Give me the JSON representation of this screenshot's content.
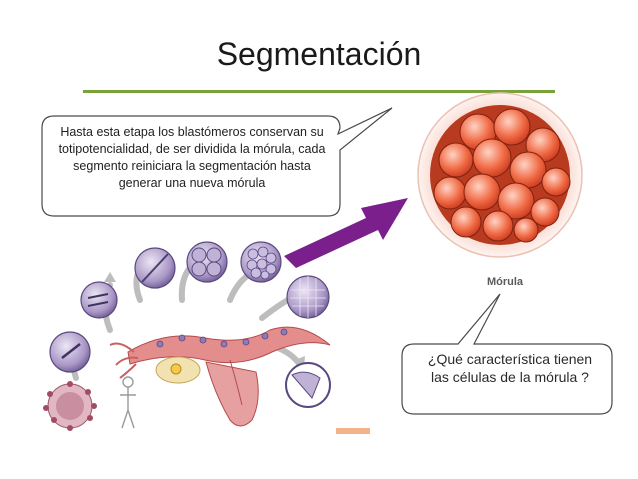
{
  "slide": {
    "title": "Segmentación"
  },
  "callout_top": {
    "text": "Hasta esta etapa los blastómeros conservan su totipotencialidad, de ser dividida la mórula, cada segmento reiniciara la segmentación hasta generar una nueva mórula"
  },
  "callout_bottom": {
    "text": "¿Qué característica tienen las células de la mórula ?"
  },
  "morula_image": {
    "label": "Mórula"
  },
  "colors": {
    "title_rule": "#7aa23a",
    "arrow": "#7a1f8c",
    "morula_cells": "#e8502c",
    "cleavage_cells": "#9a86b8"
  }
}
